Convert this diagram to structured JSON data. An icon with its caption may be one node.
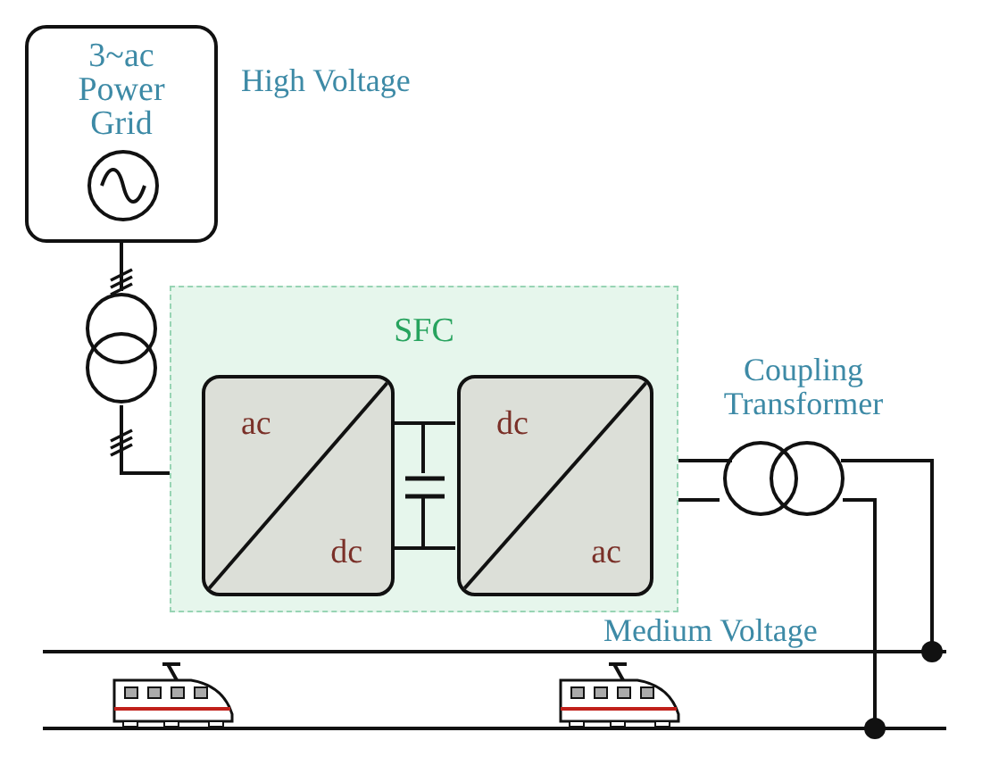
{
  "diagram": {
    "nodes": [
      {
        "text": [
          "3~ac Power Grid"
        ]
      },
      {
        "text": [],
        "shape": "circle"
      },
      {
        "text": [
          "SFC"
        ]
      },
      {
        "text": [
          "ac",
          "dc"
        ],
        "in": 2
      },
      {
        "text": [
          "dc",
          "ac"
        ],
        "in": 2
      },
      {
        "text": [],
        "shape": "capacitor",
        "in": 2
      },
      {
        "text": [
          "Coupling Transformer"
        ]
      },
      {
        "text": [],
        "shape": "bar"
      },
      {
        "text": [],
        "shape": "bar"
      },
      {
        "text": [],
        "shape": "train"
      },
      {
        "text": [],
        "shape": "train"
      }
    ],
    "edges": [
      {
        "from": 0,
        "to": 1,
        "arrow": "none"
      },
      {
        "from": 1,
        "to": 2,
        "arrow": "none"
      },
      {
        "from": 3,
        "to": 5,
        "arrow": "none"
      },
      {
        "from": 3,
        "to": 5,
        "arrow": "none"
      },
      {
        "from": 5,
        "to": 4,
        "arrow": "none"
      },
      {
        "from": 5,
        "to": 4,
        "arrow": "none"
      },
      {
        "from": 2,
        "to": 6,
        "arrow": "none"
      },
      {
        "from": 2,
        "to": 6,
        "arrow": "none"
      },
      {
        "from": 6,
        "to": 7,
        "arrow": "other"
      },
      {
        "from": 6,
        "to": 8,
        "arrow": "other"
      }
    ],
    "labels": [
      "High Voltage",
      "Medium Voltage"
    ]
  }
}
